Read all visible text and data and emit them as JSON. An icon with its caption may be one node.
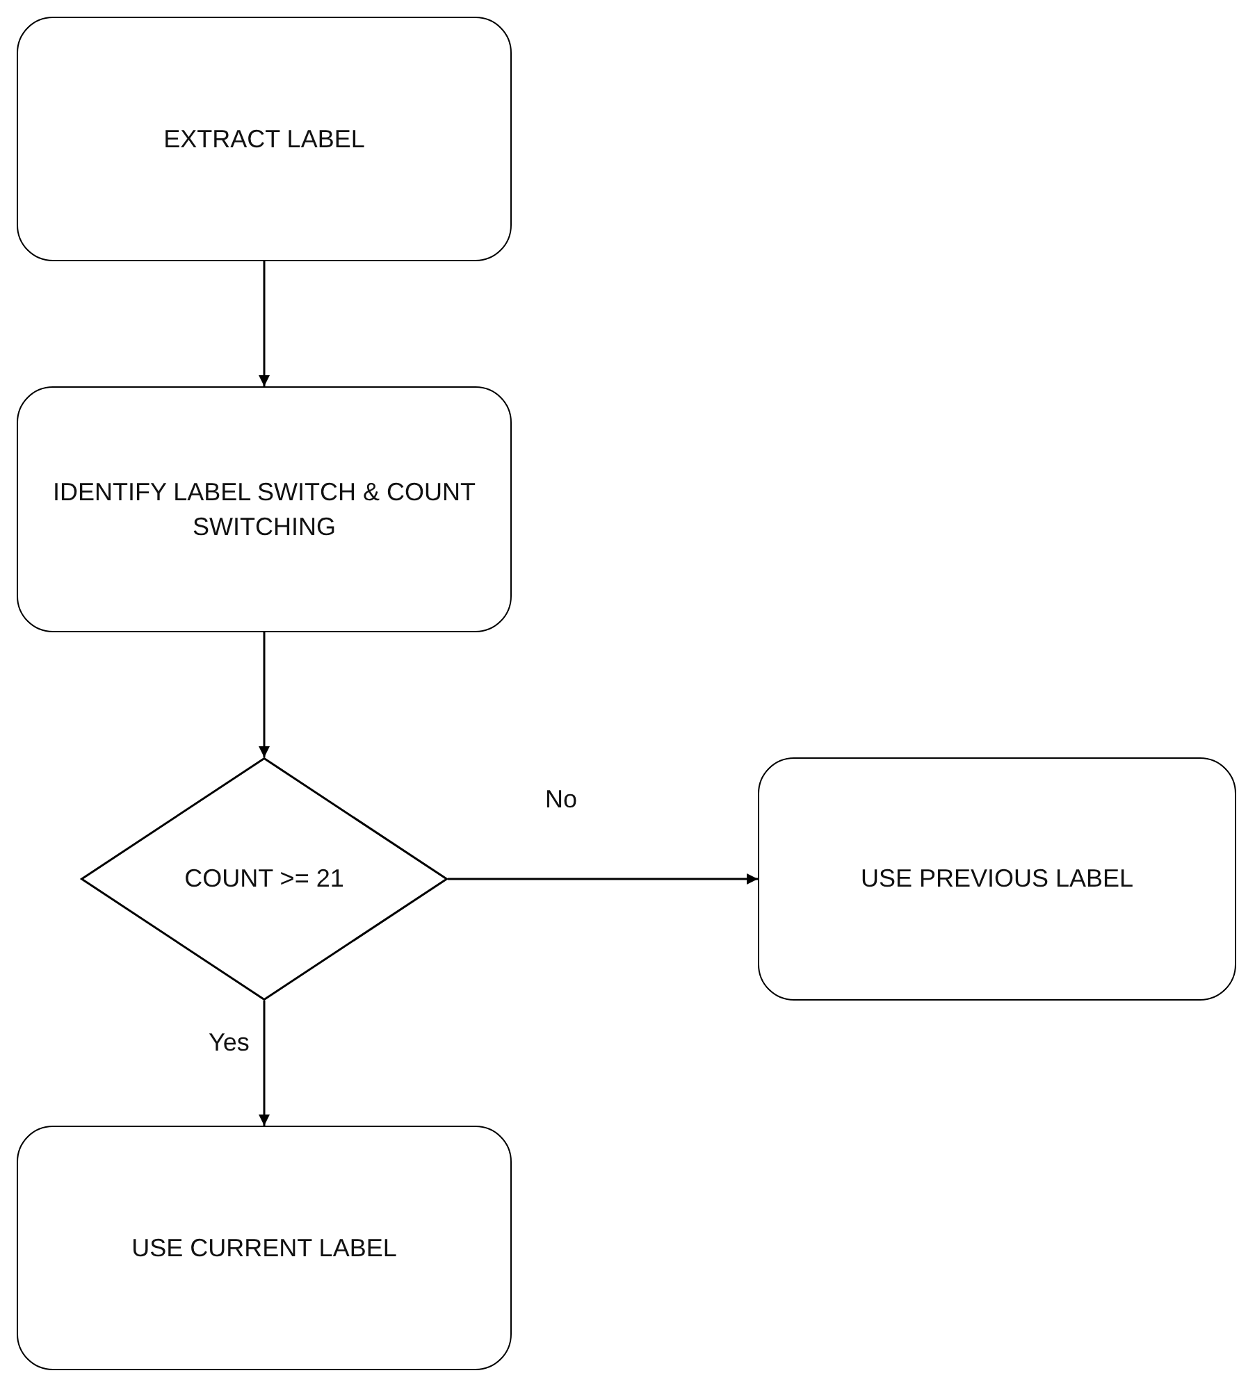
{
  "diagram": {
    "nodes": [
      {
        "text": [
          "EXTRACT LABEL"
        ]
      },
      {
        "text": [
          "IDENTIFY LABEL SWITCH & COUNT SWITCHING"
        ]
      },
      {
        "text": [
          "COUNT >= 21"
        ]
      },
      {
        "text": [
          "USE PREVIOUS LABEL"
        ]
      },
      {
        "text": [
          "USE CURRENT LABEL"
        ]
      }
    ],
    "edges": [
      {
        "from": 0,
        "to": 1,
        "arrow": "to"
      },
      {
        "from": 1,
        "to": 2,
        "arrow": "to"
      },
      {
        "from": 2,
        "to": 3,
        "arrow": "to",
        "label": "No"
      },
      {
        "from": 2,
        "to": 4,
        "arrow": "to",
        "label": "Yes"
      }
    ]
  }
}
